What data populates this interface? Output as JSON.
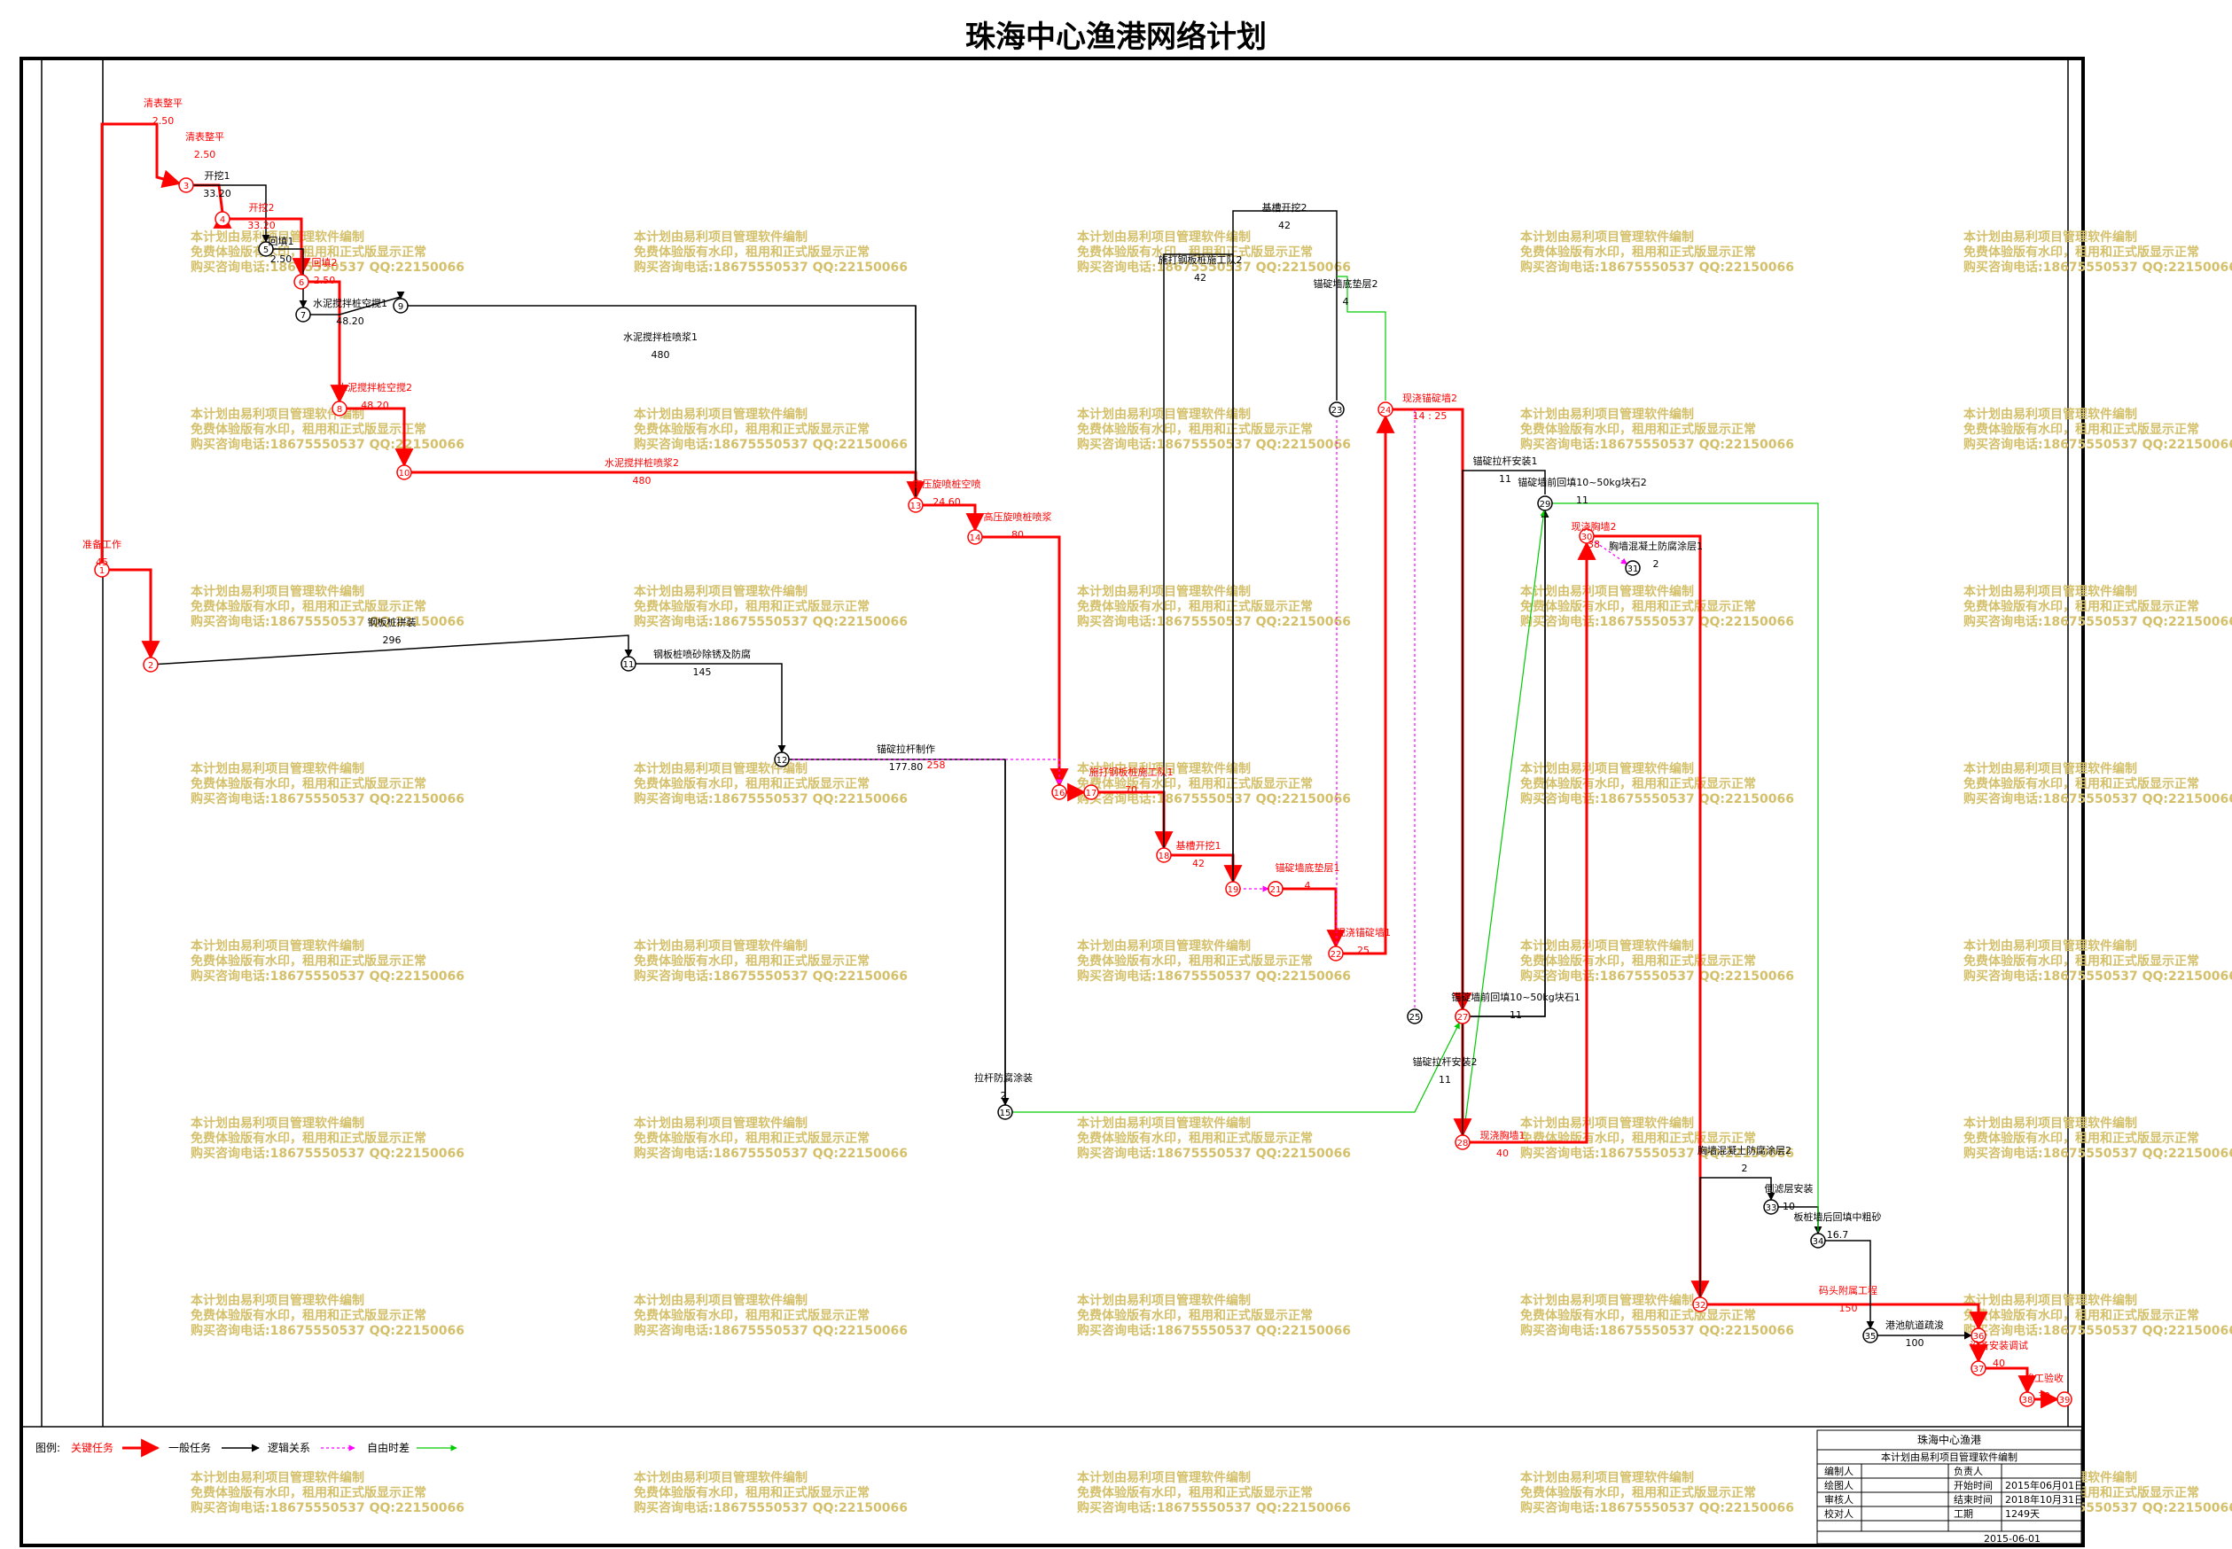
{
  "title": "珠海中心渔港网络计划",
  "colors": {
    "critical": "#ff0000",
    "normal": "#000000",
    "logic": "#000000",
    "free_float": "#ff00ff",
    "float": "#00cc00",
    "watermark": "#d4c06a"
  },
  "watermark": {
    "line1": "本计划由易利项目管理软件编制",
    "line2": "免费体验版有水印，租用和正式版显示正常",
    "line3": "购买咨询电话:18675550537 QQ:22150066"
  },
  "legend": {
    "prefix": "图例:",
    "critical": "关键任务",
    "normal": "一般任务",
    "logic": "逻辑关系",
    "free_float_label": "自由时差"
  },
  "title_block": {
    "project": "珠海中心渔港",
    "software": "本计划由易利项目管理软件编制",
    "rows": [
      {
        "label": "编制人",
        "key": "负责人",
        "value": ""
      },
      {
        "label": "绘图人",
        "key": "开始时间",
        "value": "2015年06月01日"
      },
      {
        "label": "审核人",
        "key": "结束时间",
        "value": "2018年10月31日"
      },
      {
        "label": "校对人",
        "key": "工期",
        "value": "1249天"
      }
    ],
    "date": "2015-06-01"
  },
  "nodes": [
    {
      "id": "1",
      "crit": true
    },
    {
      "id": "2",
      "crit": true
    },
    {
      "id": "3",
      "crit": true
    },
    {
      "id": "4",
      "crit": true
    },
    {
      "id": "5",
      "crit": false
    },
    {
      "id": "6",
      "crit": true
    },
    {
      "id": "7",
      "crit": false
    },
    {
      "id": "8",
      "crit": true
    },
    {
      "id": "9",
      "crit": false
    },
    {
      "id": "10",
      "crit": true
    },
    {
      "id": "11",
      "crit": false
    },
    {
      "id": "12",
      "crit": false
    },
    {
      "id": "13",
      "crit": true
    },
    {
      "id": "14",
      "crit": true
    },
    {
      "id": "15",
      "crit": false
    },
    {
      "id": "16",
      "crit": true
    },
    {
      "id": "17",
      "crit": true
    },
    {
      "id": "18",
      "crit": true
    },
    {
      "id": "19",
      "crit": true
    },
    {
      "id": "20",
      "crit": false
    },
    {
      "id": "21",
      "crit": true
    },
    {
      "id": "22",
      "crit": true
    },
    {
      "id": "23",
      "crit": false
    },
    {
      "id": "24",
      "crit": true
    },
    {
      "id": "25",
      "crit": false
    },
    {
      "id": "26",
      "crit": false
    },
    {
      "id": "27",
      "crit": true
    },
    {
      "id": "28",
      "crit": true
    },
    {
      "id": "29",
      "crit": false
    },
    {
      "id": "30",
      "crit": true
    },
    {
      "id": "31",
      "crit": false
    },
    {
      "id": "32",
      "crit": true
    },
    {
      "id": "33",
      "crit": false
    },
    {
      "id": "34",
      "crit": false
    },
    {
      "id": "35",
      "crit": false
    },
    {
      "id": "36",
      "crit": true
    },
    {
      "id": "37",
      "crit": true
    },
    {
      "id": "38",
      "crit": true
    },
    {
      "id": "39",
      "crit": true
    }
  ],
  "tasks": [
    {
      "name": "准备工作",
      "dur": "45",
      "crit": true
    },
    {
      "name": "清表整平",
      "dur": "2.50",
      "crit": true
    },
    {
      "name": "清表整平",
      "dur": "2.50",
      "crit": true
    },
    {
      "name": "开挖1",
      "dur": "33.20",
      "crit": false
    },
    {
      "name": "开挖2",
      "dur": "33.20",
      "crit": true
    },
    {
      "name": "回填1",
      "dur": "2.50",
      "crit": false
    },
    {
      "name": "回填2",
      "dur": "2.50",
      "crit": true
    },
    {
      "name": "水泥搅拌桩空搅1",
      "dur": "48.20",
      "crit": false
    },
    {
      "name": "水泥搅拌桩空搅2",
      "dur": "48.20",
      "crit": true
    },
    {
      "name": "水泥搅拌桩喷浆1",
      "dur": "480",
      "crit": false
    },
    {
      "name": "水泥搅拌桩喷浆2",
      "dur": "480",
      "crit": true
    },
    {
      "name": "高压旋喷桩空喷",
      "dur": "24.60",
      "crit": true
    },
    {
      "name": "高压旋喷桩喷浆",
      "dur": "80",
      "crit": true
    },
    {
      "name": "钢板桩拼装",
      "dur": "296",
      "crit": false
    },
    {
      "name": "钢板桩喷砂除锈及防腐",
      "dur": "145",
      "crit": false
    },
    {
      "name": "锚碇拉杆制作",
      "dur": "177.80",
      "crit": false
    },
    {
      "name": "258",
      "dur": "",
      "crit": true
    },
    {
      "name": "施打钢板桩施工队1",
      "dur": "70",
      "crit": true
    },
    {
      "name": "施打钢板桩施工队2",
      "dur": "42",
      "crit": false
    },
    {
      "name": "基槽开挖1",
      "dur": "42",
      "crit": true
    },
    {
      "name": "基槽开挖2",
      "dur": "42",
      "crit": false
    },
    {
      "name": "锚碇墙底垫层1",
      "dur": "4",
      "crit": true
    },
    {
      "name": "锚碇墙底垫层2",
      "dur": "4",
      "crit": false
    },
    {
      "name": "现浇锚碇墙1",
      "dur": "25",
      "crit": true
    },
    {
      "name": "现浇锚碇墙2",
      "dur": "14 : 25",
      "crit": true
    },
    {
      "name": "锚碇拉杆安装1",
      "dur": "11",
      "crit": false
    },
    {
      "name": "锚碇拉杆安装2",
      "dur": "11",
      "crit": false
    },
    {
      "name": "锚碇墙前回填10~50kg块石1",
      "dur": "11",
      "crit": false
    },
    {
      "name": "锚碇墙前回填10~50kg块石2",
      "dur": "11",
      "crit": false
    },
    {
      "name": "拉杆防腐涂装",
      "dur": "2",
      "crit": false
    },
    {
      "name": "现浇胸墙1",
      "dur": "40",
      "crit": true
    },
    {
      "name": "现浇胸墙2",
      "dur": "38",
      "crit": true
    },
    {
      "name": "胸墙混凝土防腐涂层1",
      "dur": "2",
      "crit": false
    },
    {
      "name": "胸墙混凝土防腐涂层2",
      "dur": "2",
      "crit": false
    },
    {
      "name": "倒滤层安装",
      "dur": "10",
      "crit": false
    },
    {
      "name": "板桩墙后回填中粗砂",
      "dur": "16.7",
      "crit": false
    },
    {
      "name": "码头附属工程",
      "dur": "150",
      "crit": true
    },
    {
      "name": "港池航道疏浚",
      "dur": "100",
      "crit": false
    },
    {
      "name": "设备安装调试",
      "dur": "40",
      "crit": true
    },
    {
      "name": "竣工验收",
      "dur": "30",
      "crit": true
    }
  ]
}
